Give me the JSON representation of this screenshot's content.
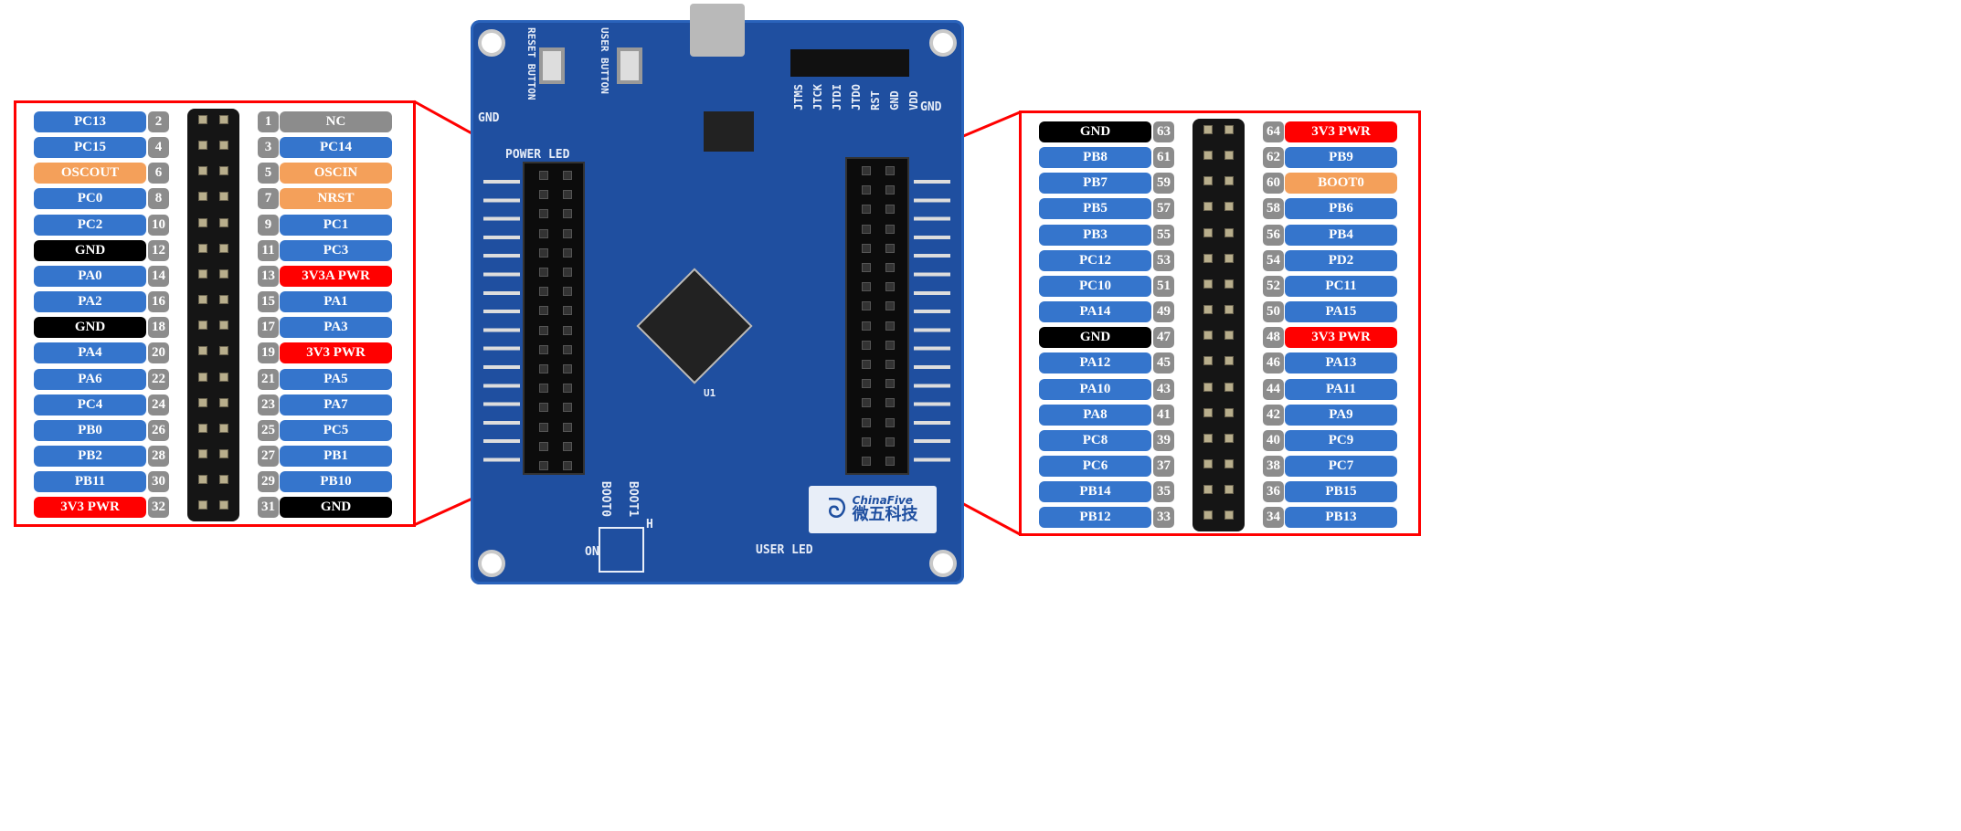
{
  "colors": {
    "blue": "#3575cc",
    "gray": "#8c8c8c",
    "orange": "#f4a05a",
    "red": "#ff0000",
    "black": "#000000",
    "board": "#1f4fa0"
  },
  "left_header": {
    "rows": [
      {
        "even": {
          "pin": "2",
          "label": "PC13",
          "type": "blue"
        },
        "odd": {
          "pin": "1",
          "label": "NC",
          "type": "gray"
        }
      },
      {
        "even": {
          "pin": "4",
          "label": "PC15",
          "type": "blue"
        },
        "odd": {
          "pin": "3",
          "label": "PC14",
          "type": "blue"
        }
      },
      {
        "even": {
          "pin": "6",
          "label": "OSCOUT",
          "type": "orange"
        },
        "odd": {
          "pin": "5",
          "label": "OSCIN",
          "type": "orange"
        }
      },
      {
        "even": {
          "pin": "8",
          "label": "PC0",
          "type": "blue"
        },
        "odd": {
          "pin": "7",
          "label": "NRST",
          "type": "orange"
        }
      },
      {
        "even": {
          "pin": "10",
          "label": "PC2",
          "type": "blue"
        },
        "odd": {
          "pin": "9",
          "label": "PC1",
          "type": "blue"
        }
      },
      {
        "even": {
          "pin": "12",
          "label": "GND",
          "type": "black"
        },
        "odd": {
          "pin": "11",
          "label": "PC3",
          "type": "blue"
        }
      },
      {
        "even": {
          "pin": "14",
          "label": "PA0",
          "type": "blue"
        },
        "odd": {
          "pin": "13",
          "label": "3V3A PWR",
          "type": "red"
        }
      },
      {
        "even": {
          "pin": "16",
          "label": "PA2",
          "type": "blue"
        },
        "odd": {
          "pin": "15",
          "label": "PA1",
          "type": "blue"
        }
      },
      {
        "even": {
          "pin": "18",
          "label": "GND",
          "type": "black"
        },
        "odd": {
          "pin": "17",
          "label": "PA3",
          "type": "blue"
        }
      },
      {
        "even": {
          "pin": "20",
          "label": "PA4",
          "type": "blue"
        },
        "odd": {
          "pin": "19",
          "label": "3V3 PWR",
          "type": "red"
        }
      },
      {
        "even": {
          "pin": "22",
          "label": "PA6",
          "type": "blue"
        },
        "odd": {
          "pin": "21",
          "label": "PA5",
          "type": "blue"
        }
      },
      {
        "even": {
          "pin": "24",
          "label": "PC4",
          "type": "blue"
        },
        "odd": {
          "pin": "23",
          "label": "PA7",
          "type": "blue"
        }
      },
      {
        "even": {
          "pin": "26",
          "label": "PB0",
          "type": "blue"
        },
        "odd": {
          "pin": "25",
          "label": "PC5",
          "type": "blue"
        }
      },
      {
        "even": {
          "pin": "28",
          "label": "PB2",
          "type": "blue"
        },
        "odd": {
          "pin": "27",
          "label": "PB1",
          "type": "blue"
        }
      },
      {
        "even": {
          "pin": "30",
          "label": "PB11",
          "type": "blue"
        },
        "odd": {
          "pin": "29",
          "label": "PB10",
          "type": "blue"
        }
      },
      {
        "even": {
          "pin": "32",
          "label": "3V3 PWR",
          "type": "red"
        },
        "odd": {
          "pin": "31",
          "label": "GND",
          "type": "black"
        }
      }
    ]
  },
  "right_header": {
    "rows": [
      {
        "odd": {
          "pin": "63",
          "label": "GND",
          "type": "black"
        },
        "even": {
          "pin": "64",
          "label": "3V3 PWR",
          "type": "red"
        }
      },
      {
        "odd": {
          "pin": "61",
          "label": "PB8",
          "type": "blue"
        },
        "even": {
          "pin": "62",
          "label": "PB9",
          "type": "blue"
        }
      },
      {
        "odd": {
          "pin": "59",
          "label": "PB7",
          "type": "blue"
        },
        "even": {
          "pin": "60",
          "label": "BOOT0",
          "type": "orange"
        }
      },
      {
        "odd": {
          "pin": "57",
          "label": "PB5",
          "type": "blue"
        },
        "even": {
          "pin": "58",
          "label": "PB6",
          "type": "blue"
        }
      },
      {
        "odd": {
          "pin": "55",
          "label": "PB3",
          "type": "blue"
        },
        "even": {
          "pin": "56",
          "label": "PB4",
          "type": "blue"
        }
      },
      {
        "odd": {
          "pin": "53",
          "label": "PC12",
          "type": "blue"
        },
        "even": {
          "pin": "54",
          "label": "PD2",
          "type": "blue"
        }
      },
      {
        "odd": {
          "pin": "51",
          "label": "PC10",
          "type": "blue"
        },
        "even": {
          "pin": "52",
          "label": "PC11",
          "type": "blue"
        }
      },
      {
        "odd": {
          "pin": "49",
          "label": "PA14",
          "type": "blue"
        },
        "even": {
          "pin": "50",
          "label": "PA15",
          "type": "blue"
        }
      },
      {
        "odd": {
          "pin": "47",
          "label": "GND",
          "type": "black"
        },
        "even": {
          "pin": "48",
          "label": "3V3 PWR",
          "type": "red"
        }
      },
      {
        "odd": {
          "pin": "45",
          "label": "PA12",
          "type": "blue"
        },
        "even": {
          "pin": "46",
          "label": "PA13",
          "type": "blue"
        }
      },
      {
        "odd": {
          "pin": "43",
          "label": "PA10",
          "type": "blue"
        },
        "even": {
          "pin": "44",
          "label": "PA11",
          "type": "blue"
        }
      },
      {
        "odd": {
          "pin": "41",
          "label": "PA8",
          "type": "blue"
        },
        "even": {
          "pin": "42",
          "label": "PA9",
          "type": "blue"
        }
      },
      {
        "odd": {
          "pin": "39",
          "label": "PC8",
          "type": "blue"
        },
        "even": {
          "pin": "40",
          "label": "PC9",
          "type": "blue"
        }
      },
      {
        "odd": {
          "pin": "37",
          "label": "PC6",
          "type": "blue"
        },
        "even": {
          "pin": "38",
          "label": "PC7",
          "type": "blue"
        }
      },
      {
        "odd": {
          "pin": "35",
          "label": "PB14",
          "type": "blue"
        },
        "even": {
          "pin": "36",
          "label": "PB15",
          "type": "blue"
        }
      },
      {
        "odd": {
          "pin": "33",
          "label": "PB12",
          "type": "blue"
        },
        "even": {
          "pin": "34",
          "label": "PB13",
          "type": "blue"
        }
      }
    ]
  },
  "board": {
    "reset_button": "RESET BUTTON",
    "user_button": "USER BUTTON",
    "power_led": "POWER LED",
    "user_led": "USER LED",
    "gnd_left": "GND",
    "gnd_right": "GND",
    "boot0": "BOOT0",
    "boot1": "BOOT1",
    "chip": "U1",
    "brand_en": "ChinaFive",
    "brand_cn": "微五科技",
    "jtag": [
      "JTMS",
      "JTCK",
      "JTDI",
      "JTDO",
      "RST",
      "GND",
      "VDD"
    ],
    "switch_on": "ON",
    "switch_h": "H"
  }
}
